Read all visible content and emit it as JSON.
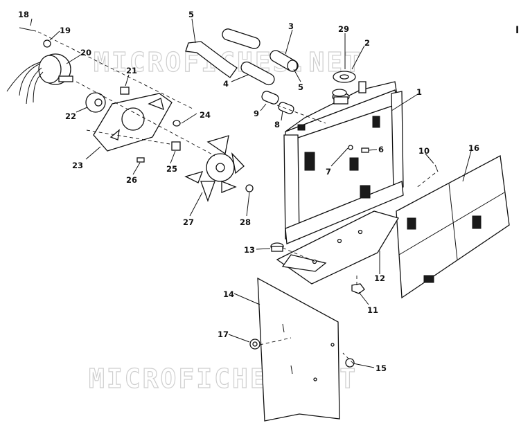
{
  "watermark": "MICROFICHES.NET",
  "edge_mark": "I",
  "labels": {
    "p1": "1",
    "p2": "2",
    "p3": "3",
    "p4": "4",
    "p5a": "5",
    "p5b": "5",
    "p6": "6",
    "p7": "7",
    "p8": "8",
    "p9": "9",
    "p10": "10",
    "p11": "11",
    "p12": "12",
    "p13": "13",
    "p14": "14",
    "p15": "15",
    "p16": "16",
    "p17": "17",
    "p18": "18",
    "p19": "19",
    "p20": "20",
    "p21": "21",
    "p22": "22",
    "p23": "23",
    "p24": "24",
    "p25": "25",
    "p26": "26",
    "p27": "27",
    "p28": "28",
    "p29": "29"
  }
}
